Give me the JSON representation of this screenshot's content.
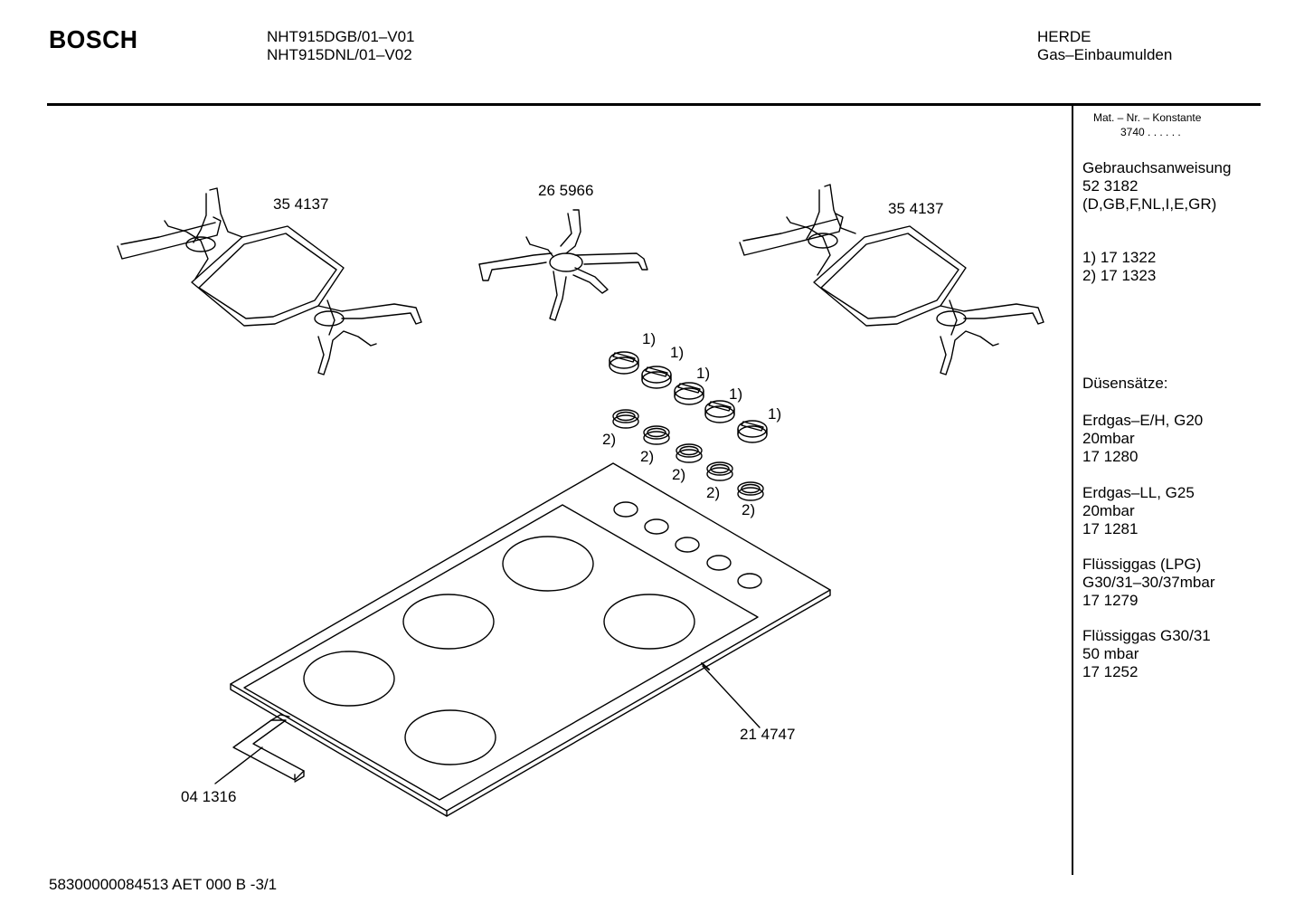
{
  "header": {
    "brand": "BOSCH",
    "models": [
      "NHT915DGB/01–V01",
      "NHT915DNL/01–V02"
    ],
    "category": [
      "HERDE",
      "Gas–Einbaumulden"
    ]
  },
  "sidebar": {
    "mat_nr_label": "Mat. – Nr. – Konstante",
    "mat_nr_value": "3740  .  .   .  .  .  .",
    "manual": [
      "Gebrauchsanweisung",
      "52 3182",
      "(D,GB,F,NL,I,E,GR)"
    ],
    "footnotes": [
      "1)  17 1322",
      "2)  17 1323"
    ],
    "nozzle_title": "Düsensätze:",
    "nozzle_sets": [
      [
        "Erdgas–E/H, G20",
        "20mbar",
        "17 1280"
      ],
      [
        "Erdgas–LL, G25",
        "20mbar",
        "17 1281"
      ],
      [
        "Flüssiggas (LPG)",
        "G30/31–30/37mbar",
        "17 1279"
      ],
      [
        "Flüssiggas G30/31",
        "50 mbar",
        "17 1252"
      ]
    ]
  },
  "parts": {
    "grate_left": "35 4137",
    "grate_center": "26 5966",
    "grate_right": "35 4137",
    "hob": "21 4747",
    "seal": "04 1316",
    "knob_ref": "1)",
    "ring_ref": "2)"
  },
  "footer": "58300000084513 AET 000 B   -3/1"
}
